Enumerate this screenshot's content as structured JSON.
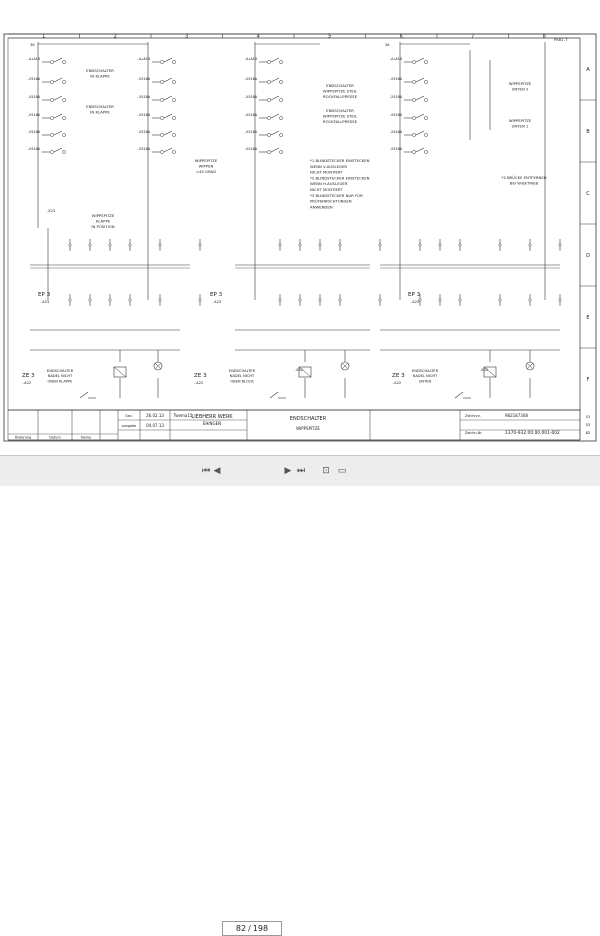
{
  "columns": [
    "1",
    "2",
    "3",
    "4",
    "5",
    "6",
    "7",
    "8"
  ],
  "rows": [
    "A",
    "B",
    "C",
    "D",
    "E",
    "F"
  ],
  "top_refs": {
    "left": "30",
    "mid": "30",
    "right": "FK01.7"
  },
  "labels": {
    "endschalter_klappe": [
      "ENDSCHALTER",
      "IN KLAPPE"
    ],
    "wippspitze_wippen": [
      "WIPPSPITZE",
      "WIPPEN",
      "<45 GRAD"
    ],
    "wippspitze_klappe": [
      "WIPPSPITZE",
      "KLAPPE",
      "IN POSITION"
    ],
    "endschalter_steil": [
      "ENDSCHALTER",
      "WIPPSPITZE STEIL",
      "ROCKFALLPRESSE"
    ],
    "wippspitze_unten2": [
      "WIPPSPITZE",
      "UNTEN 2"
    ],
    "wippspitze_unten1": [
      "WIPPSPITZE",
      "UNTEN 1"
    ],
    "bruecke": [
      "*4 BRÜCKE ENTFERNEN",
      "BEI W-BETRIEB"
    ],
    "notes": [
      "*1 BLINDSTECKER EINSTECKEN",
      "WENN V-AUSLEGER",
      "NICHT MONTIERT",
      "*2 BLINDSTECKER EINSTECKEN",
      "WENN H-AUSLEGER",
      "NICHT MONTIERT",
      "*3 BLINDSTECKER NUR FÜR",
      "PRÜFEINRICHTUNGEN",
      "ANWENDEN"
    ],
    "ep3": "EP 3",
    "ze3": "ZE 3",
    "ze_texts": [
      [
        "ENDSCHALTER",
        "NADEL NICHT",
        "OBEN KLAPPE"
      ],
      [
        "ENDSCHALTER",
        "NADEL NICHT",
        "OBEN BLOCK"
      ],
      [
        "ENDSCHALTER",
        "NADEL NICHT",
        "UNTEN"
      ]
    ],
    "x23": "-X23",
    "a22": "-A22",
    "a23": "-A23",
    "x32": "-X32",
    "x33": "-X33"
  },
  "title_block": {
    "date1": "26.02.13",
    "name1": "Twema15",
    "date2": "04.07.13",
    "company1": "LIEBHERR WERK",
    "company2": "EHINGEN",
    "title1": "ENDSCHALTER",
    "title2": "WIPPSPITZE",
    "zeichnr_label": "Zeichnnr.",
    "zeichnr": "982187308",
    "teil_label": "Zeichn-Nr.",
    "teil": "1370-932.00.00.001-002",
    "aenderung": "Änderung",
    "datum": "Datum",
    "name": "Name",
    "gez": "Gez.",
    "gepr": "ausgabe",
    "sheet_nums": [
      "51",
      "52",
      "82"
    ]
  },
  "toolbar": {
    "first": "⏮",
    "prev": "◀",
    "current": "82",
    "sep": "/",
    "total": "198",
    "next": "▶",
    "last": "⏭",
    "fit": "⊡",
    "view": "▭"
  }
}
